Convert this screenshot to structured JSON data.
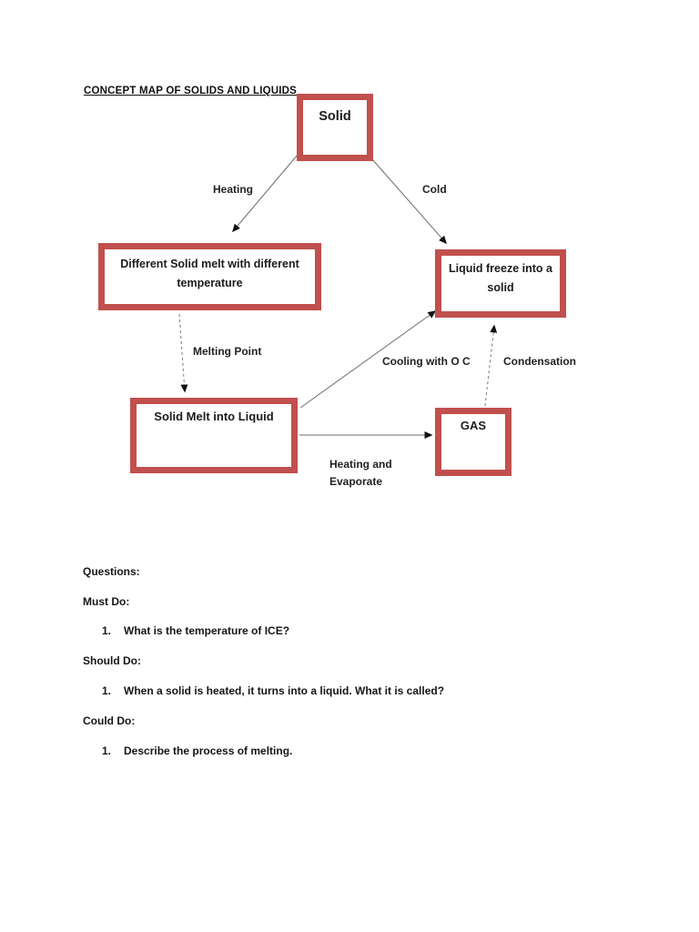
{
  "document": {
    "title": "CONCEPT MAP OF SOLIDS AND LIQUIDS"
  },
  "diagram": {
    "accent_color": "#c0504d",
    "arrow_color": "#6e6e6e",
    "arrowhead_color": "#111111",
    "nodes": {
      "solid": "Solid",
      "different_solid": "Different Solid melt with different temperature",
      "liquid_freeze": "Liquid freeze into a solid",
      "solid_melt": "Solid Melt into Liquid",
      "gas": "GAS"
    },
    "edge_labels": {
      "heating": "Heating",
      "cold": "Cold",
      "melting_point": "Melting Point",
      "cooling": "Cooling with O C",
      "condensation": "Condensation",
      "heating_evaporate": "Heating and Evaporate"
    }
  },
  "questions": {
    "heading": "Questions:",
    "sections": [
      {
        "label": "Must Do:",
        "items": [
          {
            "num": "1.",
            "text": "What is the temperature of ICE?"
          }
        ]
      },
      {
        "label": "Should Do:",
        "items": [
          {
            "num": "1.",
            "text": "When a solid is heated, it turns into a liquid. What it is called?"
          }
        ]
      },
      {
        "label": "Could Do:",
        "items": [
          {
            "num": "1.",
            "text": "Describe the process of melting."
          }
        ]
      }
    ]
  }
}
